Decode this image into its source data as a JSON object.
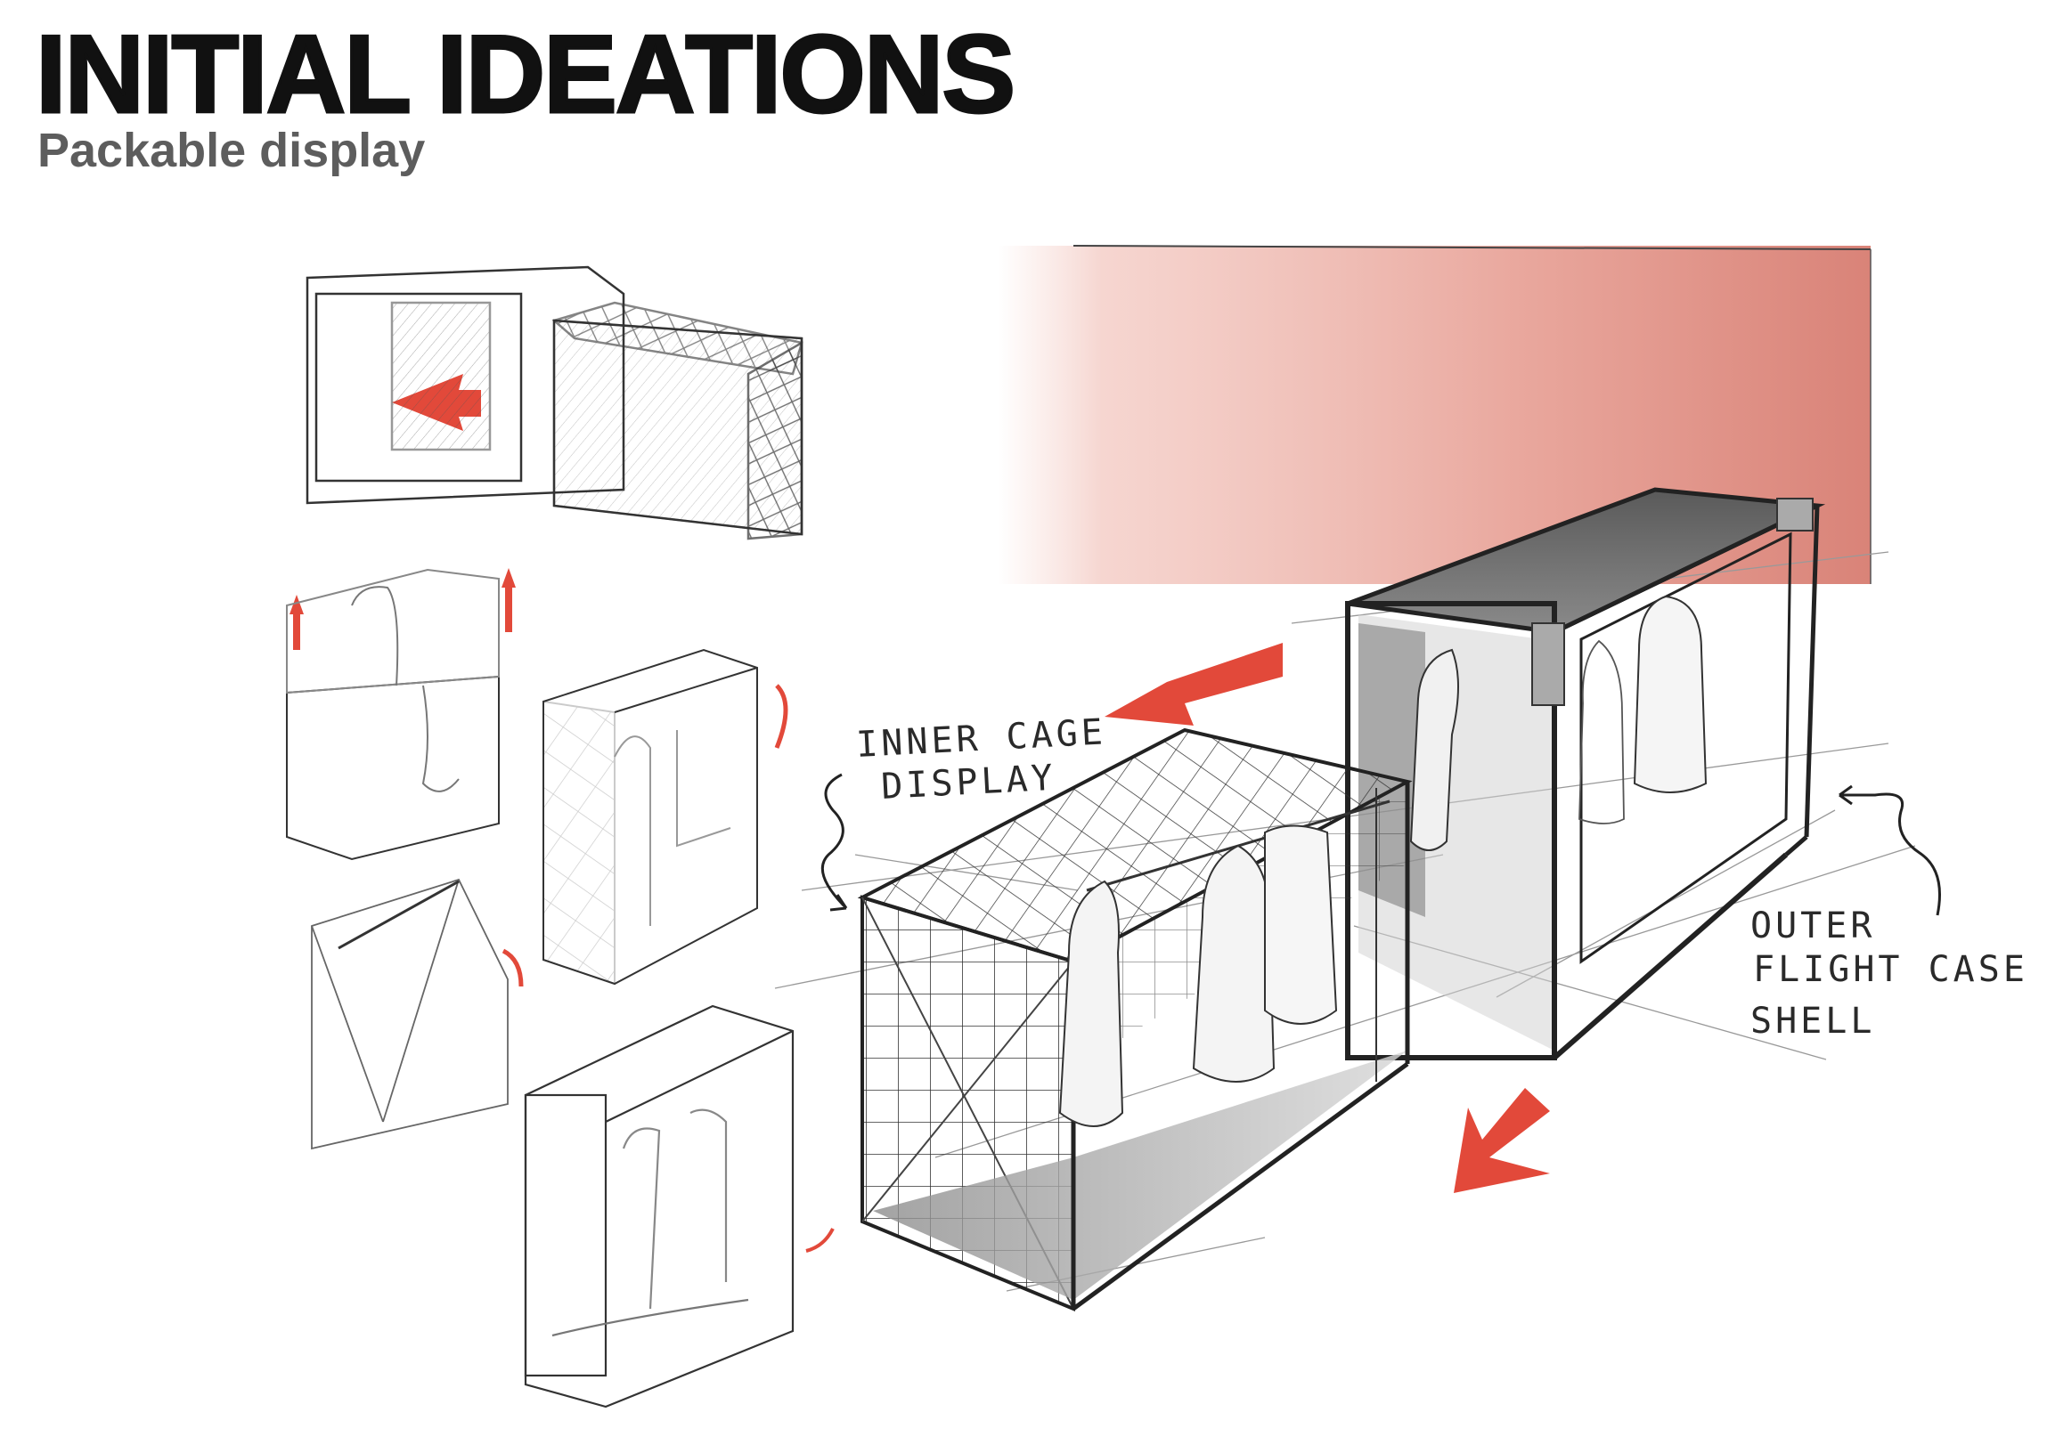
{
  "header": {
    "title": "INITIAL IDEATIONS",
    "subtitle": "Packable display"
  },
  "annotations": {
    "inner_line1": "INNER CAGE",
    "inner_line2": "DISPLAY",
    "outer_line1": "OUTER",
    "outer_line2": "FLIGHT CASE",
    "outer_line3": "SHELL"
  },
  "colors": {
    "accent_red": "#e2493a",
    "backdrop_pink": "#d98378",
    "title_black": "#111111",
    "subtitle_grey": "#5d5d5d"
  }
}
